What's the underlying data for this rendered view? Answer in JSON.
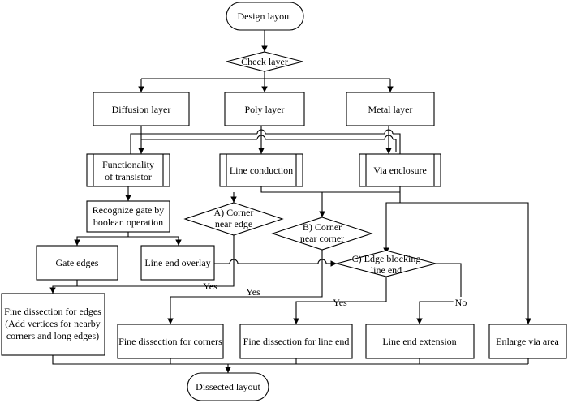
{
  "nodes": {
    "design_layout": "Design layout",
    "check_layer": "Check layer",
    "diffusion_layer": "Diffusion layer",
    "poly_layer": "Poly layer",
    "metal_layer": "Metal layer",
    "functionality_1": "Functionality",
    "functionality_2": "of transistor",
    "line_conduction": "Line conduction",
    "via_enclosure": "Via enclosure",
    "recognize_1": "Recognize gate by",
    "recognize_2": "boolean operation",
    "corner_edge_1": "A) Corner",
    "corner_edge_2": "near edge",
    "corner_corner_1": "B) Corner",
    "corner_corner_2": "near corner",
    "edge_blocking_1": "C) Edge blocking",
    "edge_blocking_2": "line end",
    "gate_edges": "Gate edges",
    "line_end_overlay": "Line end overlay",
    "fine_edges_1": "Fine dissection for edges",
    "fine_edges_2": "(Add vertices for nearby",
    "fine_edges_3": "corners and long edges)",
    "fine_corners": "Fine dissection for corners",
    "fine_line_end": "Fine dissection for line end",
    "line_end_extension": "Line end extension",
    "enlarge_via": "Enlarge via area",
    "dissected_layout": "Dissected layout"
  },
  "edge_labels": {
    "yes_a": "Yes",
    "yes_b": "Yes",
    "yes_c": "Yes",
    "no_c": "No"
  }
}
